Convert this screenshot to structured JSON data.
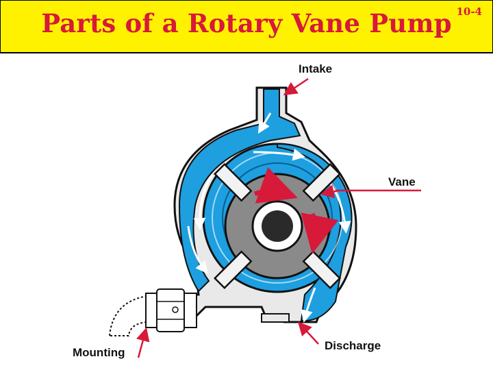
{
  "slide": {
    "title": "Parts of a Rotary Vane Pump",
    "number": "10-4"
  },
  "labels": {
    "intake": "Intake",
    "vane": "Vane",
    "mounting": "Mounting",
    "discharge": "Discharge"
  },
  "colors": {
    "header_bg": "#fff200",
    "title_text": "#d7193a",
    "fluid_blue": "#1e9fe0",
    "rotor_gray": "#8a8a8a",
    "arrow_red": "#d7193a"
  }
}
